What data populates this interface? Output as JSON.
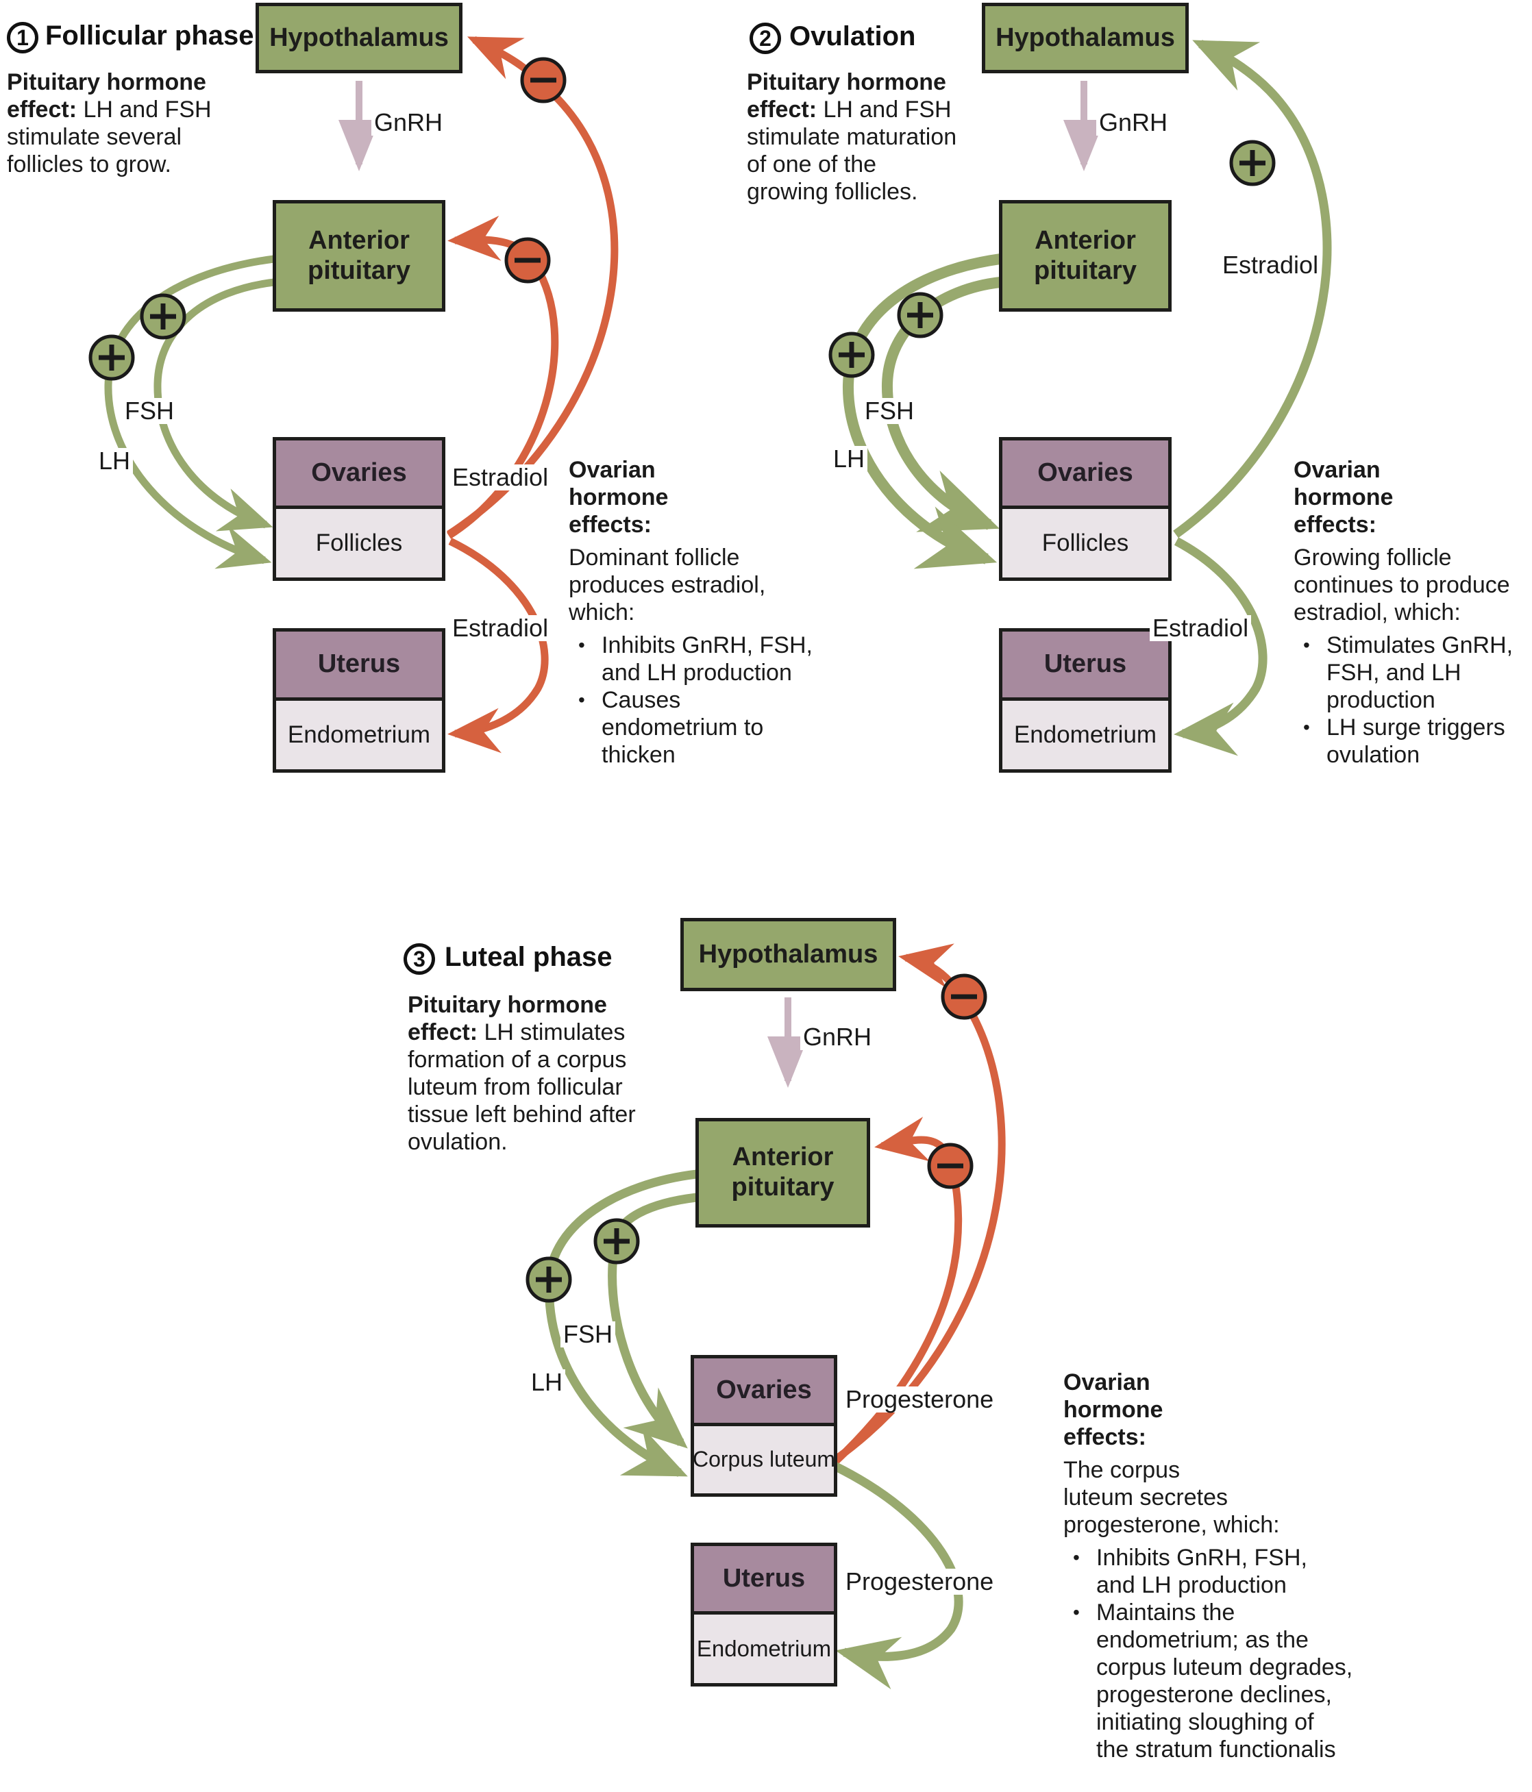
{
  "ui": {
    "bullet": "•"
  },
  "colors": {
    "box_green": "#95a76c",
    "box_purple": "#a78a9e",
    "box_light": "#eae4e8",
    "arrow_green": "#98a96e",
    "arrow_red": "#d6613f",
    "arrow_gnrh": "#c9b3bf",
    "outline": "#1d1d1b",
    "text": "#1a1a1a"
  },
  "shared": {
    "hypothalamus": "Hypothalamus",
    "gnrh": "GnRH",
    "anterior_pituitary": "Anterior pituitary",
    "ovaries": "Ovaries",
    "uterus": "Uterus",
    "endometrium": "Endometrium",
    "lh": "LH",
    "fsh": "FSH"
  },
  "panels": [
    {
      "number": "1",
      "title": "Follicular phase",
      "effect_bold": "Pituitary hormone\neffect:",
      "effect_rest": " LH and FSH\nstimulate several\nfollicles to grow.",
      "ovary_sub": "Follicles",
      "hormone_up": "Estradiol",
      "hormone_down": "Estradiol",
      "effects_heading": "Ovarian\nhormone\neffects:",
      "effects_body": "Dominant follicle\nproduces estradiol,\nwhich:",
      "bullets": [
        "Inhibits GnRH, FSH,\nand LH production",
        "Causes\nendometrium to\nthicken"
      ]
    },
    {
      "number": "2",
      "title": "Ovulation",
      "effect_bold": "Pituitary hormone\neffect:",
      "effect_rest": " LH and FSH\nstimulate maturation\nof one of the\ngrowing follicles.",
      "ovary_sub": "Follicles",
      "hormone_up": "Estradiol",
      "hormone_down": "Estradiol",
      "effects_heading": "Ovarian\nhormone\neffects:",
      "effects_body": "Growing follicle\ncontinues to produce\nestradiol, which:",
      "bullets": [
        "Stimulates GnRH,\nFSH, and LH\nproduction",
        "LH surge triggers\novulation"
      ]
    },
    {
      "number": "3",
      "title": "Luteal phase",
      "effect_bold": "Pituitary hormone\neffect:",
      "effect_rest": " LH stimulates\nformation of a corpus\nluteum from follicular\ntissue left behind after\novulation.",
      "ovary_sub": "Corpus luteum",
      "hormone_up": "Progesterone",
      "hormone_down": "Progesterone",
      "effects_heading": "Ovarian\nhormone\neffects:",
      "effects_body": "The corpus\nluteum secretes\nprogesterone, which:",
      "bullets": [
        "Inhibits GnRH, FSH,\nand LH production",
        "Maintains the\nendometrium; as the\ncorpus luteum degrades,\nprogesterone declines,\ninitiating sloughing of\nthe stratum functionalis"
      ]
    }
  ]
}
